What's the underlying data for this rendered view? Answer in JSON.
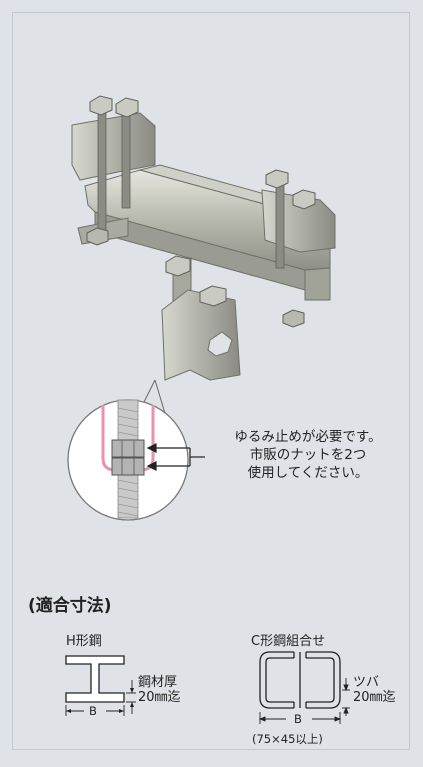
{
  "callout": {
    "line1": "ゆるみ止めが必要です。",
    "line2": "市販のナットを2つ",
    "line3": "使用してください。"
  },
  "section": {
    "heading": "(適合寸法)"
  },
  "h_steel": {
    "title": "H形鋼",
    "dim_b": "B",
    "thickness_line1": "鋼材厚",
    "thickness_line2": "20㎜迄"
  },
  "c_steel": {
    "title": "C形鋼組合せ",
    "dim_b": "B",
    "flange_line1": "ツバ",
    "flange_line2": "20㎜迄",
    "min_size": "(75×45以上)"
  }
}
